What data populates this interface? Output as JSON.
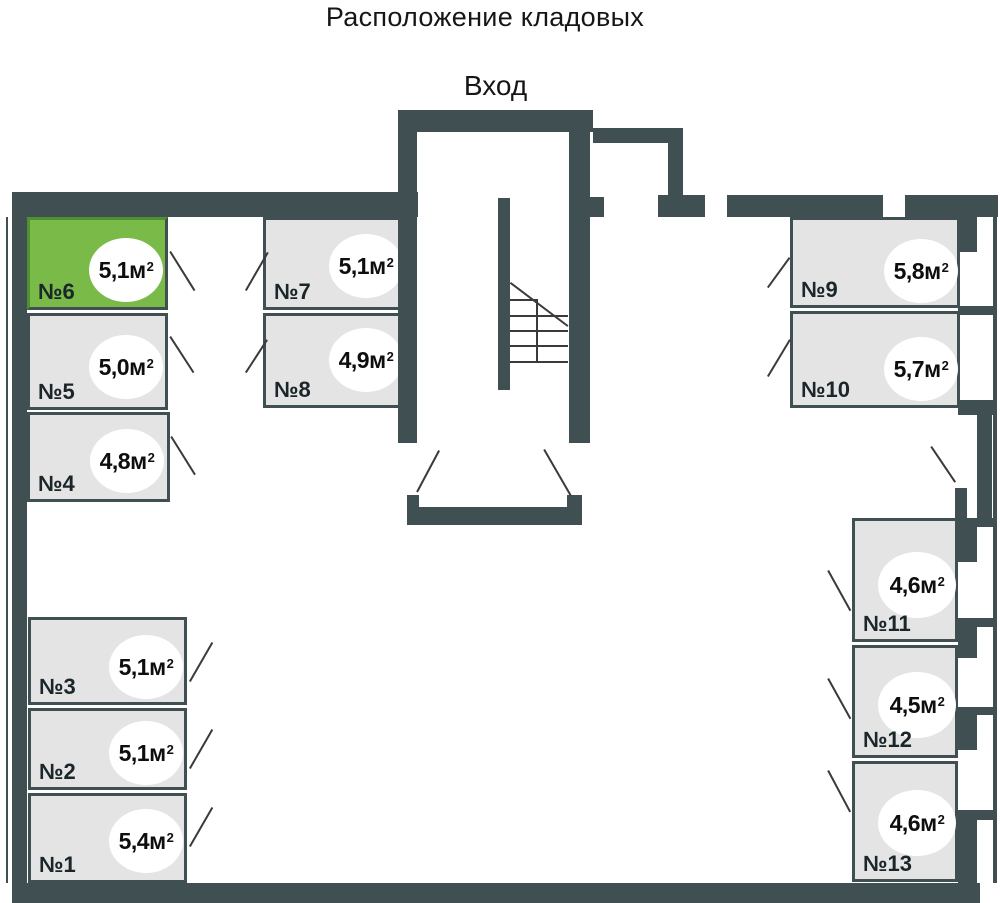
{
  "title": "Расположение кладовых",
  "entrance_label": "Вход",
  "colors": {
    "wall": "#404f52",
    "unit_fill": "#e4e4e4",
    "unit_highlight": "#79ba49",
    "highlight_border": "#4f9130"
  },
  "units": [
    {
      "label": "№1",
      "area": "5,4м",
      "sup": "2",
      "highlighted": false
    },
    {
      "label": "№2",
      "area": "5,1м",
      "sup": "2",
      "highlighted": false
    },
    {
      "label": "№3",
      "area": "5,1м",
      "sup": "2",
      "highlighted": false
    },
    {
      "label": "№4",
      "area": "4,8м",
      "sup": "2",
      "highlighted": false
    },
    {
      "label": "№5",
      "area": "5,0м",
      "sup": "2",
      "highlighted": false
    },
    {
      "label": "№6",
      "area": "5,1м",
      "sup": "2",
      "highlighted": true
    },
    {
      "label": "№7",
      "area": "5,1м",
      "sup": "2",
      "highlighted": false
    },
    {
      "label": "№8",
      "area": "4,9м",
      "sup": "2",
      "highlighted": false
    },
    {
      "label": "№9",
      "area": "5,8м",
      "sup": "2",
      "highlighted": false
    },
    {
      "label": "№10",
      "area": "5,7м",
      "sup": "2",
      "highlighted": false
    },
    {
      "label": "№11",
      "area": "4,6м",
      "sup": "2",
      "highlighted": false
    },
    {
      "label": "№12",
      "area": "4,5м",
      "sup": "2",
      "highlighted": false
    },
    {
      "label": "№13",
      "area": "4,6м",
      "sup": "2",
      "highlighted": false
    }
  ]
}
